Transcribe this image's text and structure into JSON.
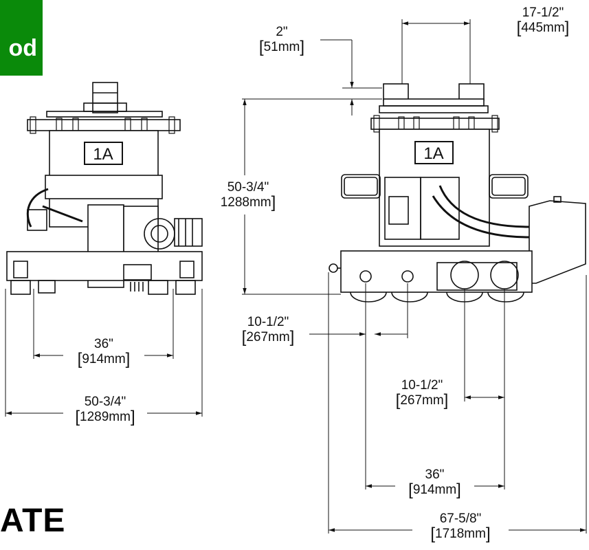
{
  "badge": {
    "text": "od",
    "color": "#0a8a0a"
  },
  "bottom_logo": {
    "text": "ATE"
  },
  "unit_label": "1A",
  "dimensions": {
    "d_2in": {
      "imperial": "2\"",
      "metric": "51mm"
    },
    "d_17_5in": {
      "imperial": "17-1/2\"",
      "metric": "445mm"
    },
    "d_50_75in_h": {
      "imperial": "50-3/4\"",
      "metric": "1288mm"
    },
    "d_36in_left": {
      "imperial": "36\"",
      "metric": "914mm"
    },
    "d_50_75in_w": {
      "imperial": "50-3/4\"",
      "metric": "1289mm"
    },
    "d_10_5in_a": {
      "imperial": "10-1/2\"",
      "metric": "267mm"
    },
    "d_10_5in_b": {
      "imperial": "10-1/2\"",
      "metric": "267mm"
    },
    "d_36in_right": {
      "imperial": "36\"",
      "metric": "914mm"
    },
    "d_67_625in": {
      "imperial": "67-5/8\"",
      "metric": "1718mm"
    }
  }
}
